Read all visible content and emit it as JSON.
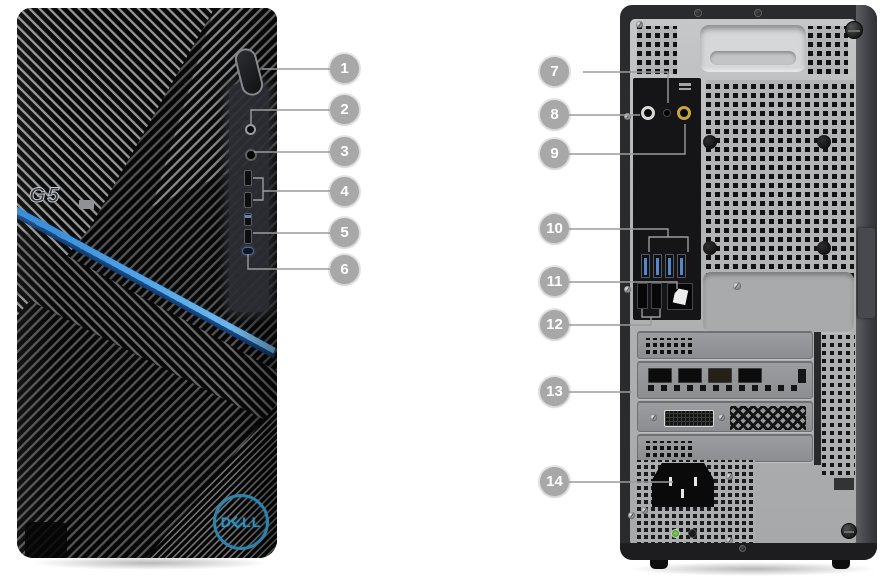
{
  "callouts": {
    "front": [
      "1",
      "2",
      "3",
      "4",
      "5",
      "6"
    ],
    "rear": [
      "7",
      "8",
      "9",
      "10",
      "11",
      "12",
      "13",
      "14"
    ]
  },
  "front": {
    "model_badge": "G5",
    "brand_letters": [
      "D",
      "E",
      "L",
      "L"
    ]
  },
  "colors": {
    "background": "#ffffff",
    "callout_circle": "#a8a8a8",
    "callout_number": "#ffffff",
    "leader_line": "#9b9b9b",
    "accent_stripe_blue": "#3d8fd9",
    "dell_logo_blue": "#2d84ab",
    "chassis_silver": "#b2b3b5",
    "chassis_black": "#0d0d0d",
    "usb3_port_blue": "#5688c8",
    "audio_jack_gold": "#c9a43b"
  }
}
